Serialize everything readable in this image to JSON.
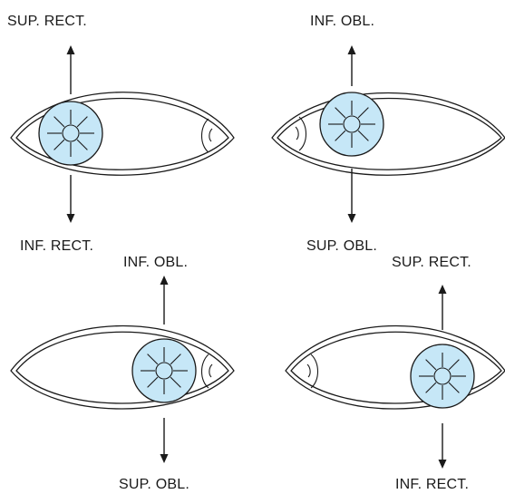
{
  "diagram": {
    "panels": [
      {
        "id": "top-left",
        "label_up": "SUP. RECT.",
        "label_down": "INF. RECT."
      },
      {
        "id": "top-right",
        "label_up": "INF. OBL.",
        "label_down": "SUP. OBL."
      },
      {
        "id": "bottom-left",
        "label_up": "INF. OBL.",
        "label_down": "SUP. OBL."
      },
      {
        "id": "bottom-right",
        "label_up": "SUP. RECT.",
        "label_down": "INF. RECT."
      }
    ],
    "colors": {
      "iris": "#c6e7f7",
      "line": "#1a1a1a"
    }
  }
}
